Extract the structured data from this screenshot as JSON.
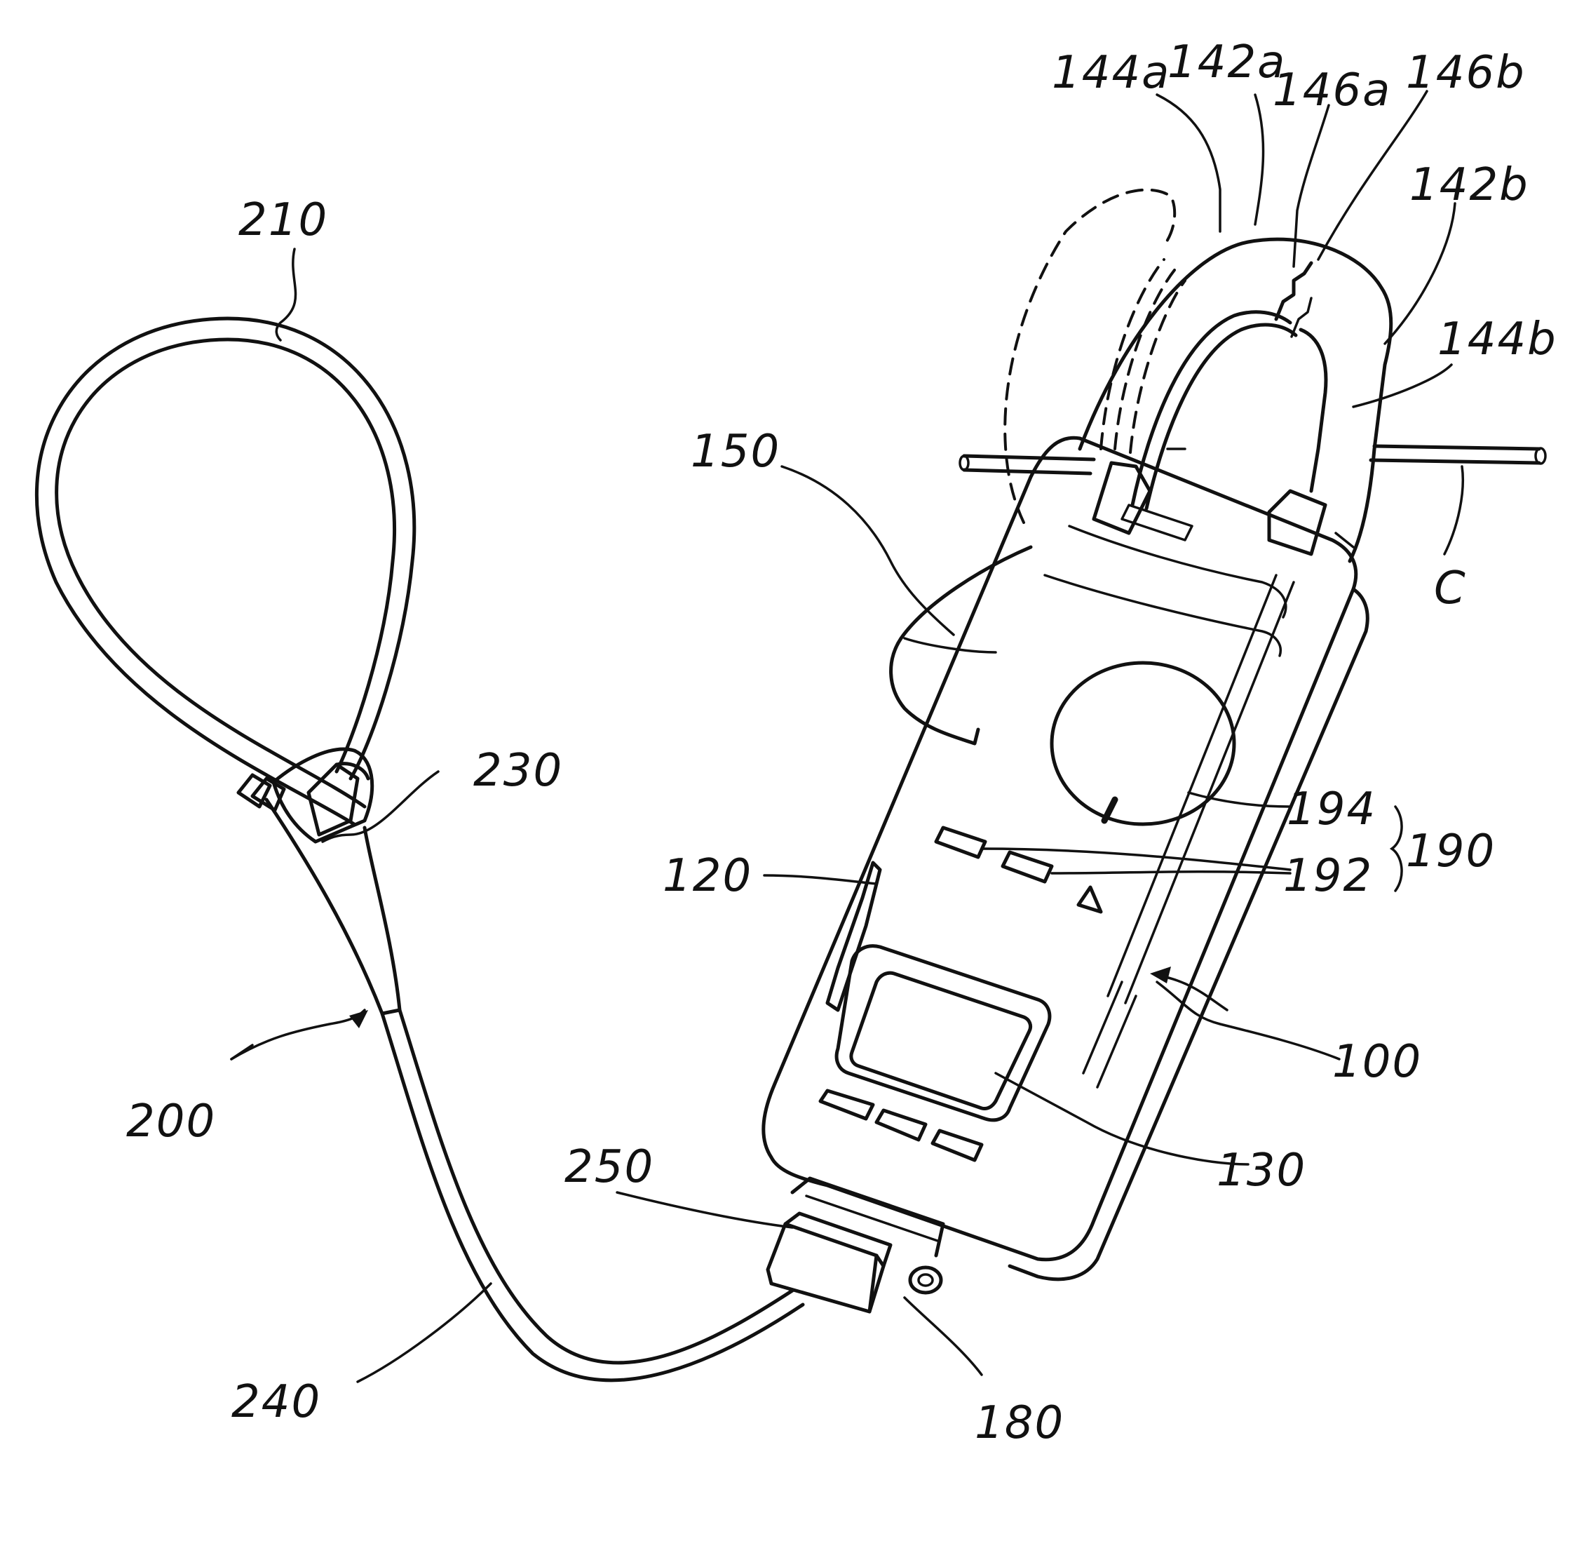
{
  "figure": {
    "labels": {
      "l210": "210",
      "l144a": "144a",
      "l142a": "142a",
      "l146a": "146a",
      "l146b": "146b",
      "l142b": "142b",
      "l144b": "144b",
      "l150": "150",
      "lC": "C",
      "l230": "230",
      "l194": "194",
      "l190": "190",
      "l192": "192",
      "l120": "120",
      "l100": "100",
      "l200": "200",
      "l130": "130",
      "l250": "250",
      "l240": "240",
      "l180": "180"
    }
  }
}
